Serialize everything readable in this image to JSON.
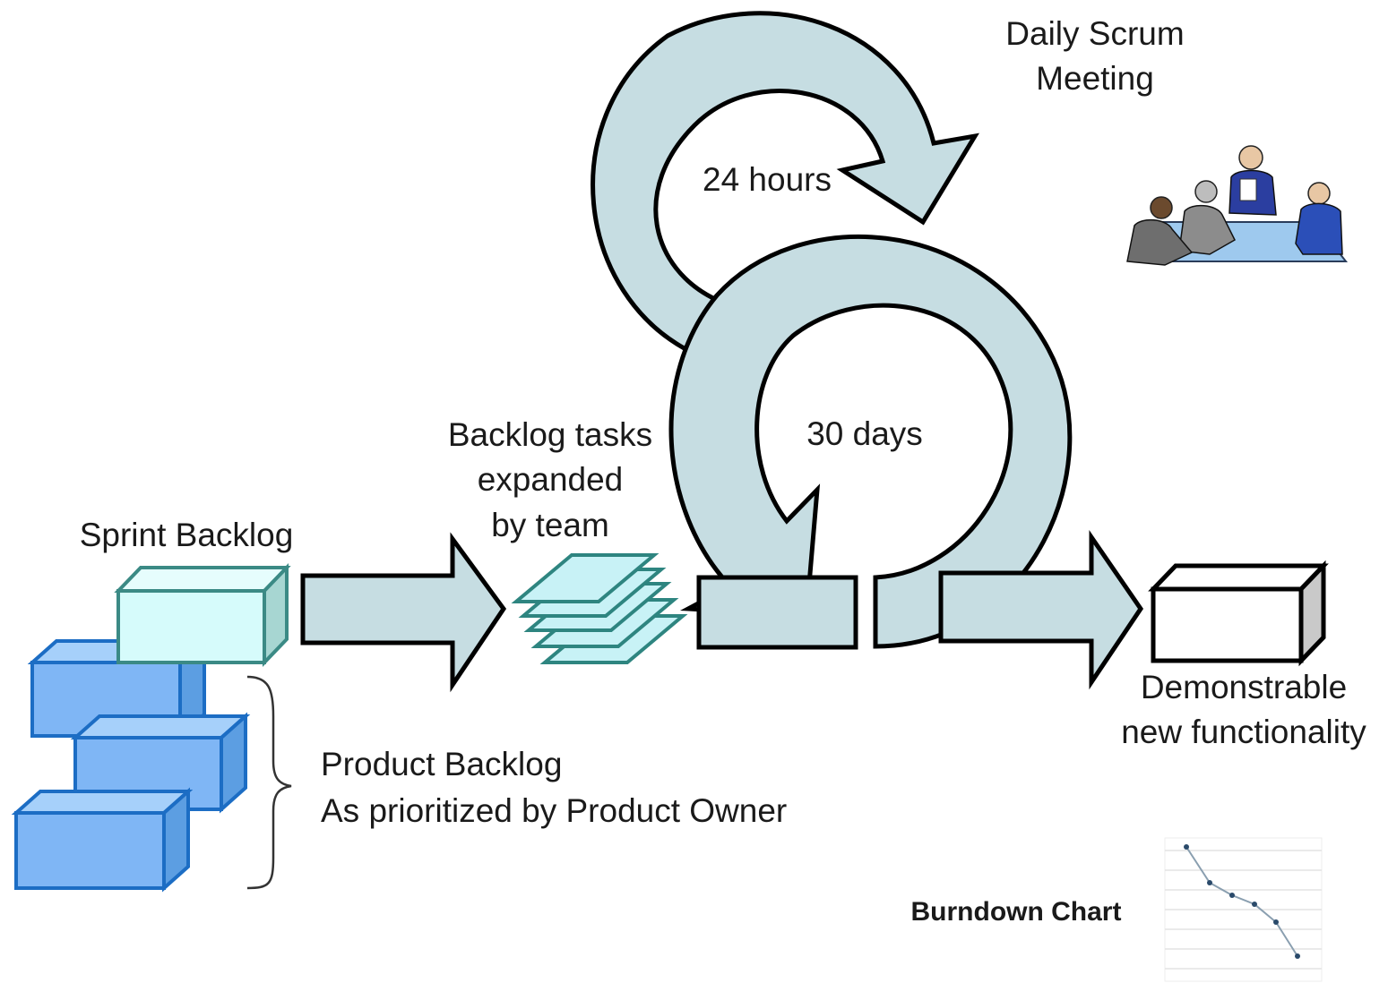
{
  "labels": {
    "daily_scrum_line1": "Daily Scrum",
    "daily_scrum_line2": "Meeting",
    "hours": "24 hours",
    "days": "30 days",
    "backlog_tasks_line1": "Backlog tasks",
    "backlog_tasks_line2": "expanded",
    "backlog_tasks_line3": "by team",
    "sprint_backlog": "Sprint Backlog",
    "product_backlog_line1": "Product Backlog",
    "product_backlog_line2": "As prioritized by Product Owner",
    "demonstrable_line1": "Demonstrable",
    "demonstrable_line2": "new functionality",
    "burndown": "Burndown Chart"
  },
  "colors": {
    "loop_fill": "#c6dde2",
    "product_backlog_box": "#7fb6f5",
    "sprint_backlog_box": "#d6fbfb",
    "tasks_stack": "#c8f2f6"
  },
  "icons": {
    "meeting": "meeting-people-icon",
    "burndown": "burndown-chart-icon"
  }
}
